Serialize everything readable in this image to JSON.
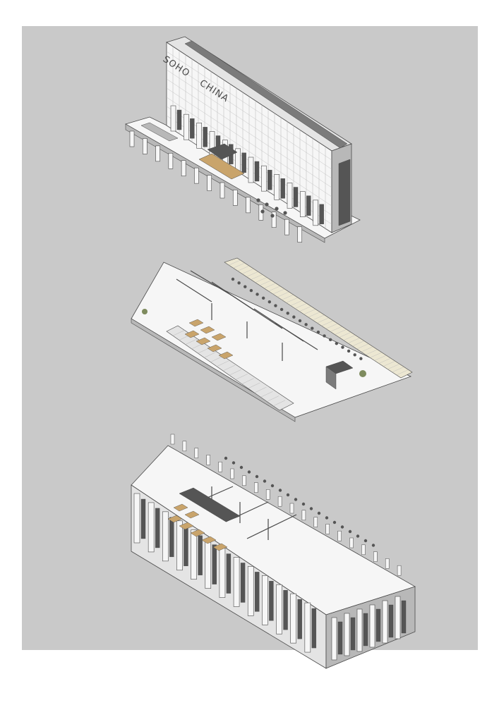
{
  "figure": {
    "sign_text": "SOHO",
    "sign_text_2": "CHINA",
    "colors": {
      "page": "#ffffff",
      "panel": "#c9c9c9",
      "line": "#4a4a4a",
      "white": "#f6f6f6",
      "light": "#e4e4e4",
      "mid": "#b8b8b8",
      "dark": "#7b7b7b",
      "glass": "#555555",
      "wood": "#c9a46b",
      "cream": "#ece7d2",
      "plant": "#7e8b5e"
    },
    "sections": [
      {
        "name": "upper-level-cutaway"
      },
      {
        "name": "middle-level-cutaway"
      },
      {
        "name": "ground-level-cutaway"
      }
    ]
  }
}
